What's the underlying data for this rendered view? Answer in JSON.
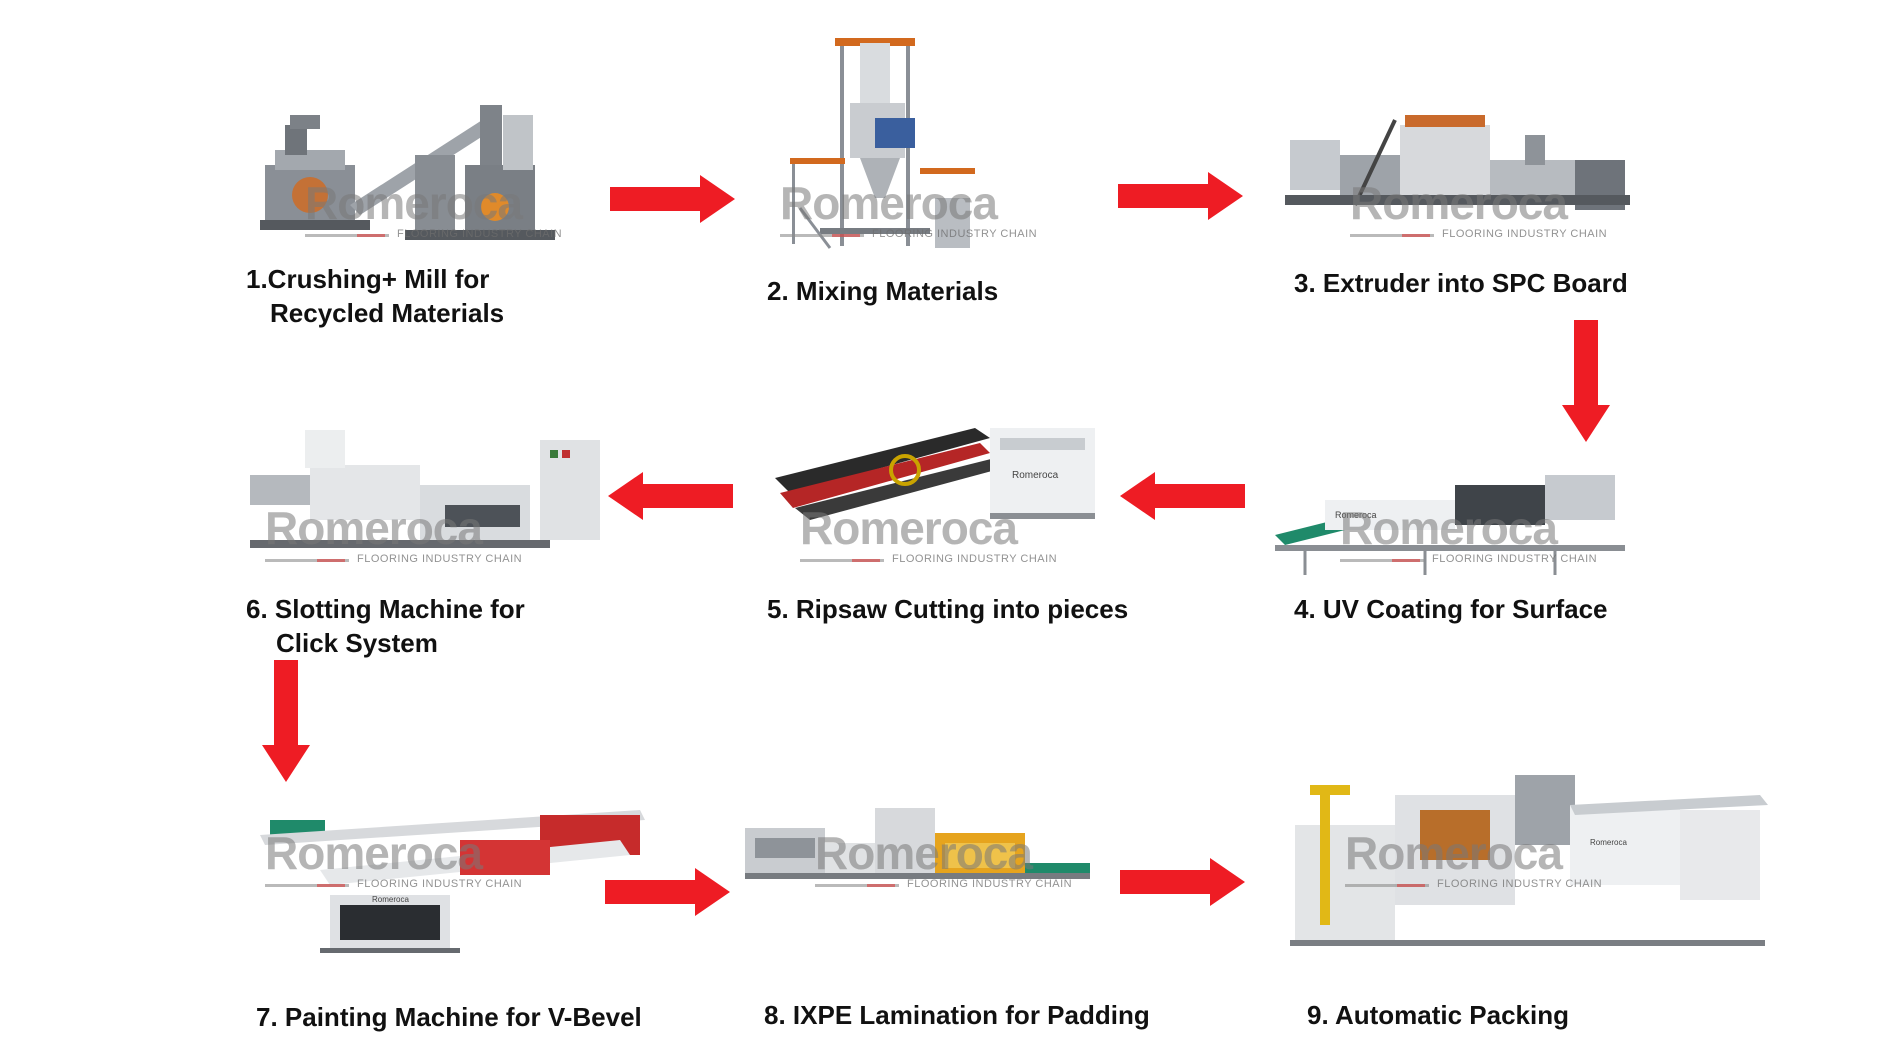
{
  "steps": [
    {
      "line1": "1.Crushing+ Mill for",
      "line2": "Recycled Materials"
    },
    {
      "line1": "2. Mixing Materials"
    },
    {
      "line1": "3. Extruder into SPC Board"
    },
    {
      "line1": "4. UV Coating for Surface"
    },
    {
      "line1": "5. Ripsaw Cutting into pieces"
    },
    {
      "line1": "6. Slotting Machine for",
      "line2": "Click System"
    },
    {
      "line1": "7. Painting Machine for V-Bevel"
    },
    {
      "line1": "8. IXPE Lamination for Padding"
    },
    {
      "line1": "9. Automatic Packing"
    }
  ],
  "watermark": {
    "brand": "Romeroca",
    "tagline": "FLOORING INDUSTRY CHAIN"
  },
  "machine_brand": "Romeroca",
  "colors": {
    "arrow": "#ee1c24",
    "text": "#111111"
  }
}
